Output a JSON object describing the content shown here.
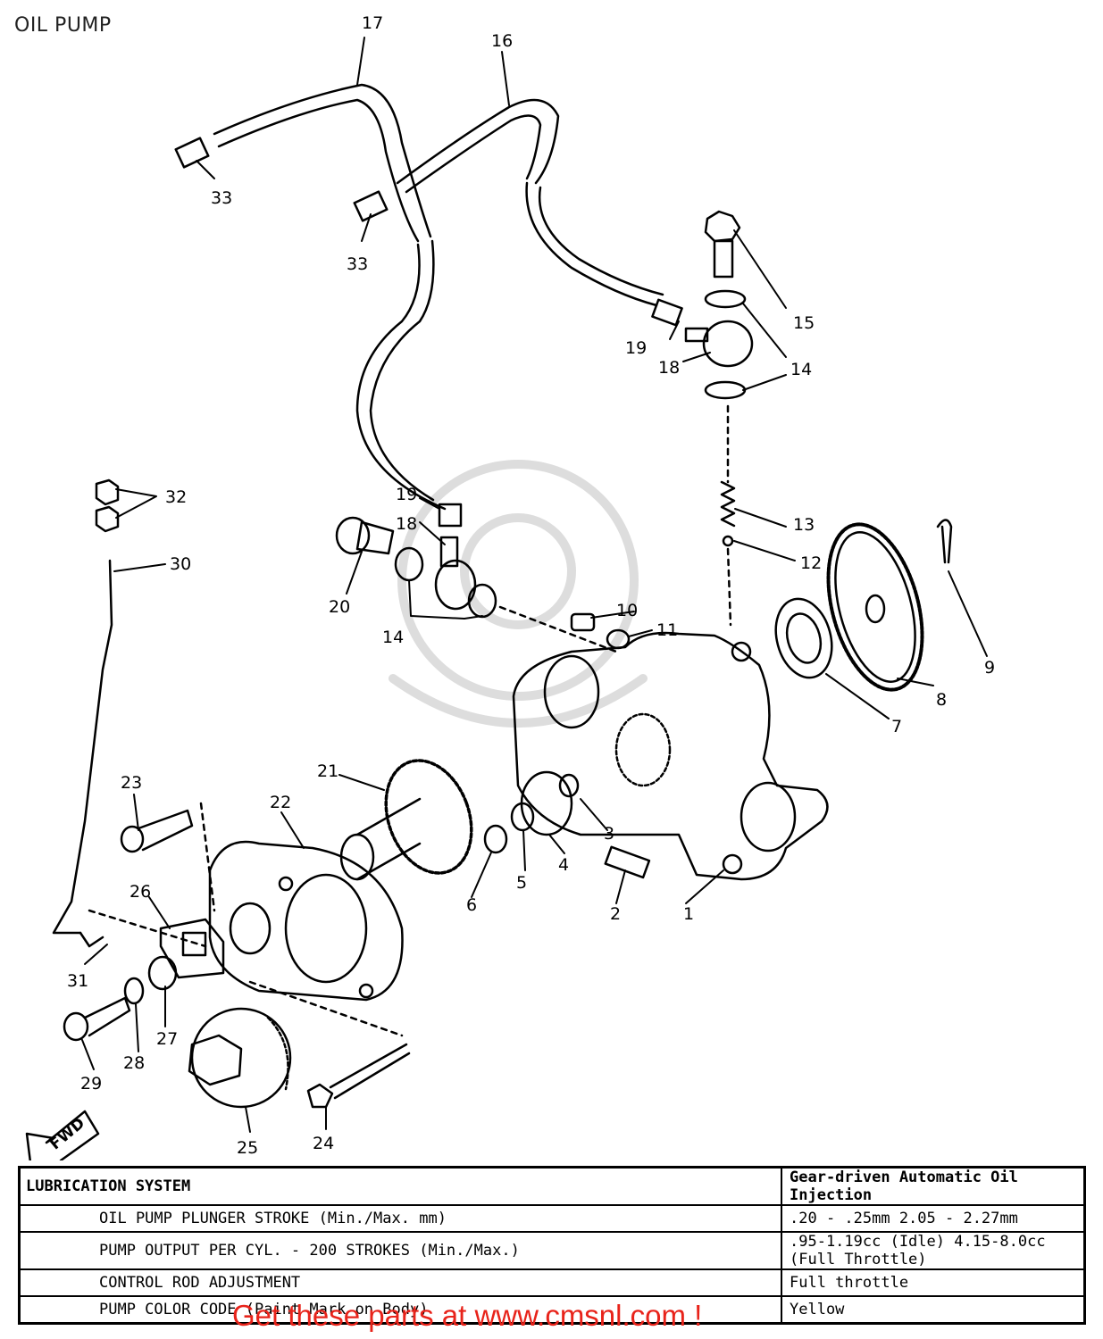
{
  "page": {
    "title": "OIL PUMP"
  },
  "diagram": {
    "fwd_label": "FWD",
    "callouts": [
      "1",
      "2",
      "3",
      "4",
      "5",
      "6",
      "7",
      "8",
      "9",
      "10",
      "11",
      "12",
      "13",
      "14",
      "15",
      "16",
      "17",
      "18",
      "19",
      "20",
      "21",
      "22",
      "23",
      "24",
      "25",
      "26",
      "27",
      "28",
      "29",
      "30",
      "31",
      "32",
      "33"
    ],
    "callout_extra": [
      "33",
      "14",
      "18",
      "19"
    ]
  },
  "spec_table": {
    "header": {
      "parameter": "LUBRICATION SYSTEM",
      "value": "Gear-driven Automatic Oil Injection"
    },
    "rows": [
      {
        "parameter": "OIL PUMP PLUNGER STROKE (Min./Max. mm)",
        "value": ".20 - .25mm          2.05 - 2.27mm"
      },
      {
        "parameter": "PUMP OUTPUT PER CYL. - 200 STROKES (Min./Max.)",
        "value": ".95-1.19cc (Idle) 4.15-8.0cc (Full Throttle)"
      },
      {
        "parameter": "CONTROL ROD ADJUSTMENT",
        "value": "Full throttle"
      },
      {
        "parameter": "PUMP COLOR CODE (Paint Mark on Body)",
        "value": "Yellow"
      }
    ]
  },
  "watermark": {
    "text": "Get these parts at www.cmsnl.com !",
    "color": "#e8231a"
  }
}
